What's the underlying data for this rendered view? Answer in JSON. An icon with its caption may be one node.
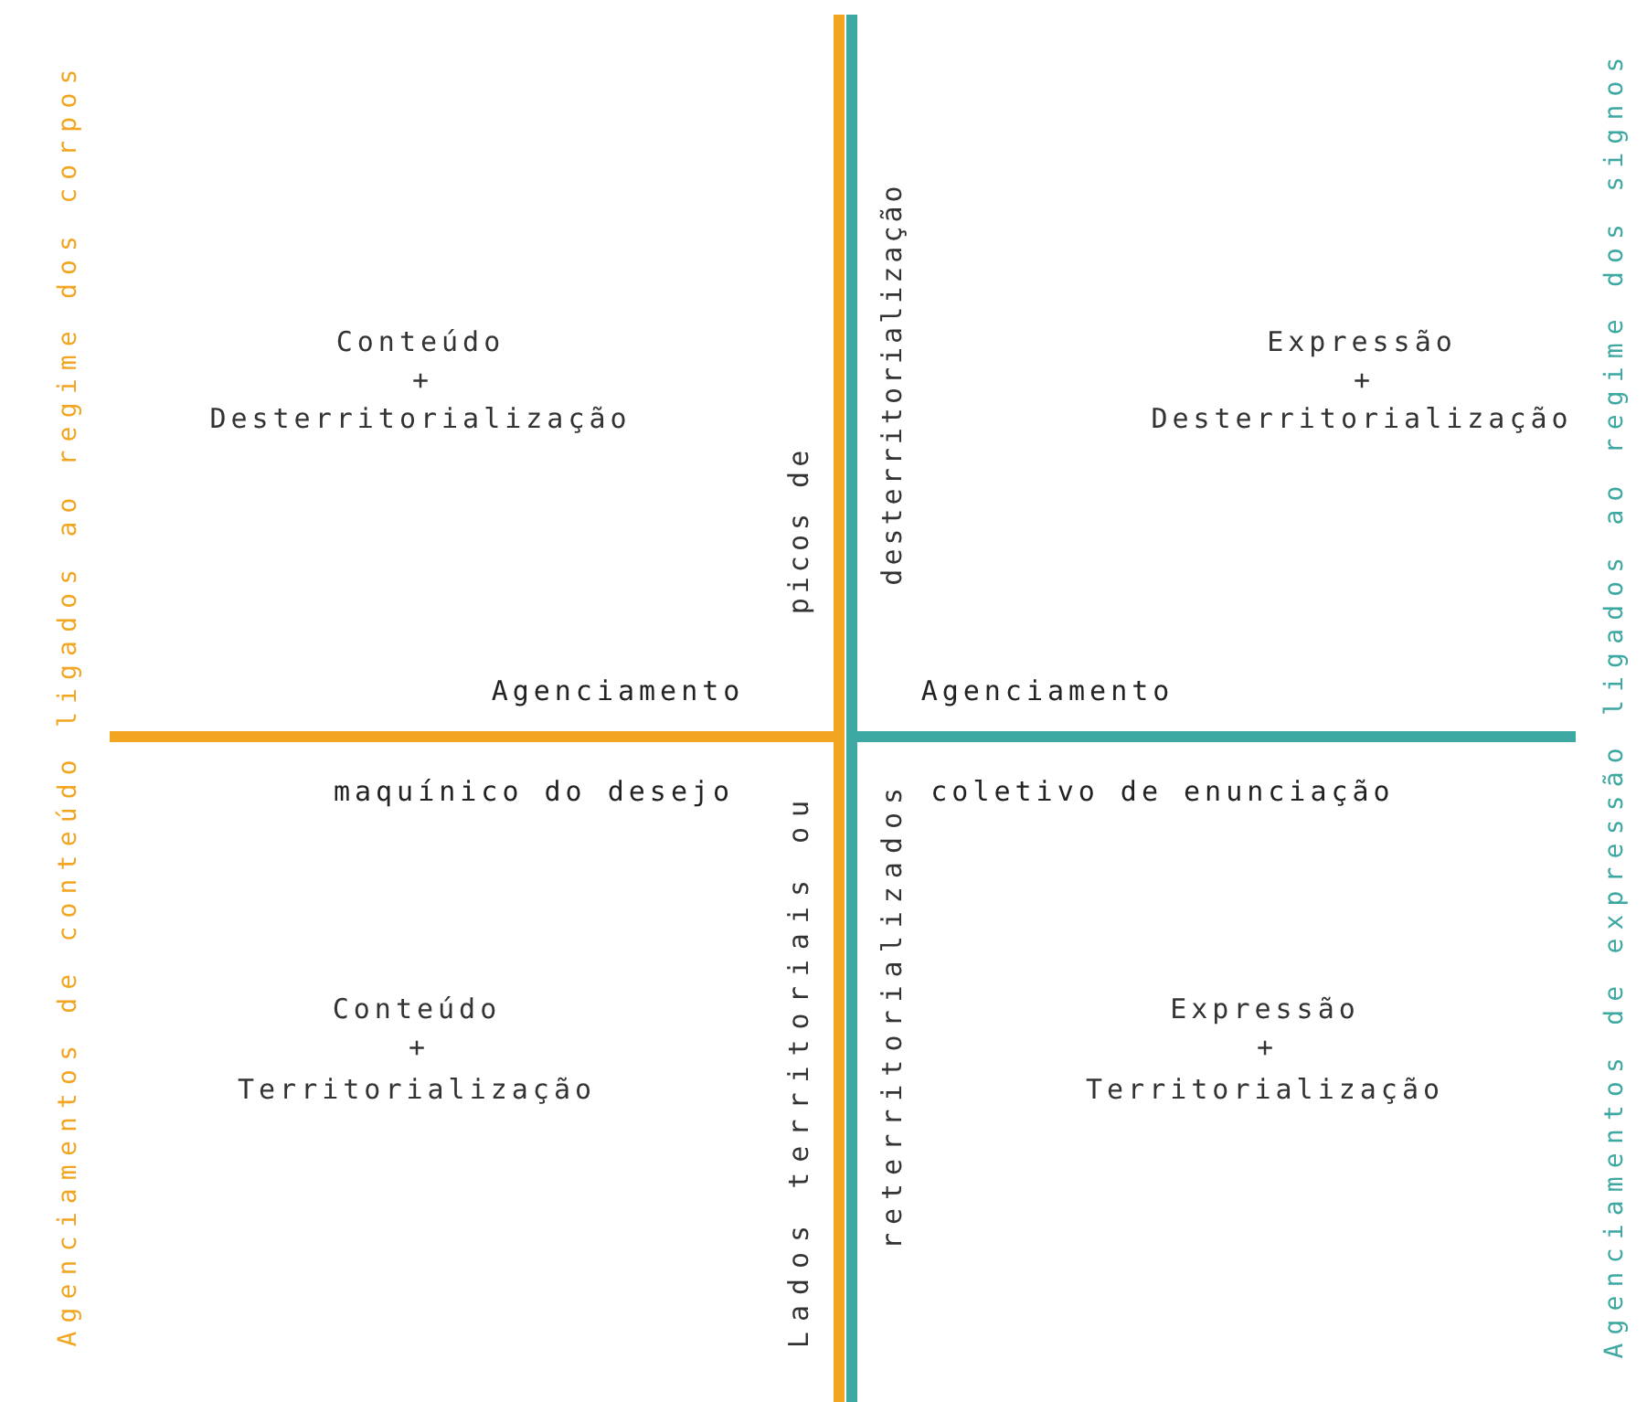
{
  "diagram": {
    "labels": [
      "Agenciamentos de conteúdo ligados ao regime dos corpos",
      "Conteúdo",
      "+",
      "Desterritorialização",
      "picos de",
      "desterritorialização",
      "Expressão",
      "+",
      "Desterritorialização",
      "Agenciamento",
      "Agenciamento",
      "maquínico do desejo",
      "coletivo de enunciação",
      "Lados territoriais ou",
      "reterritorializados",
      "Conteúdo",
      "+",
      "Territorialização",
      "Expressão",
      "+",
      "Territorialização",
      "Agenciamentos de expressão ligados ao regime dos signos"
    ]
  }
}
